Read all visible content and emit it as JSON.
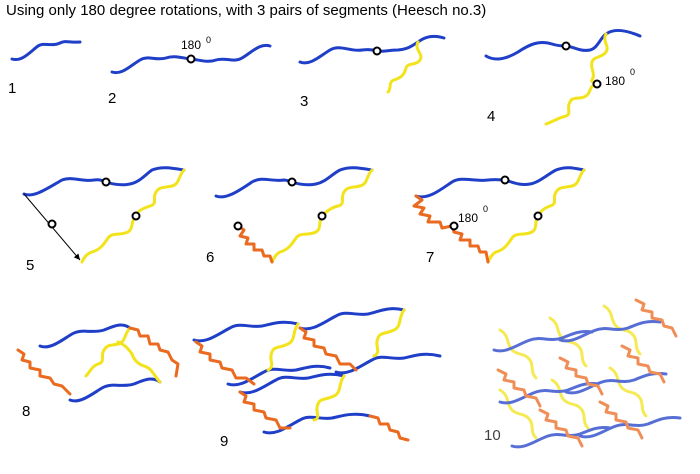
{
  "title": "Using only 180 degree rotations, with 3 pairs of segments (Heesch no.3)",
  "rotation_label": "180",
  "degree_mark": "0",
  "step_numbers": [
    "1",
    "2",
    "3",
    "4",
    "5",
    "6",
    "7",
    "8",
    "9",
    "10"
  ],
  "colors": {
    "blue": "#1f3fc8",
    "yellow": "#f2e31c",
    "orange": "#ea6a20"
  }
}
